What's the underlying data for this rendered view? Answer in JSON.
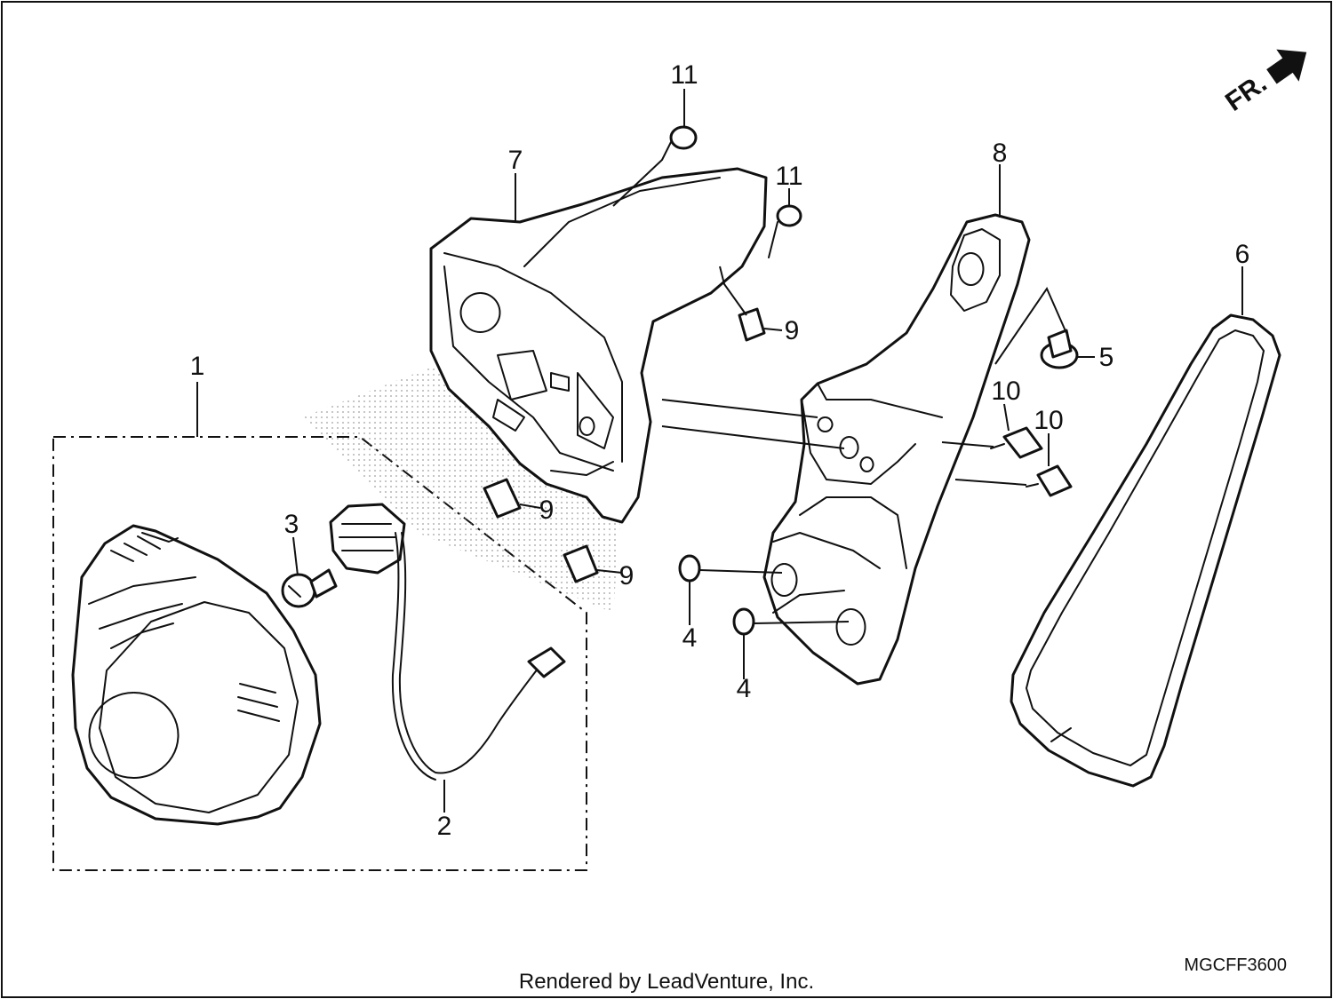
{
  "callouts": [
    "1",
    "2",
    "3",
    "4",
    "4",
    "5",
    "6",
    "7",
    "8",
    "9",
    "9",
    "9",
    "10",
    "10",
    "11",
    "11"
  ],
  "direction_label": "FR.",
  "diagram_code": "MGCFF3600",
  "footer": "Rendered by LeadVenture, Inc.",
  "icons": [
    "front-direction-arrow-icon"
  ]
}
